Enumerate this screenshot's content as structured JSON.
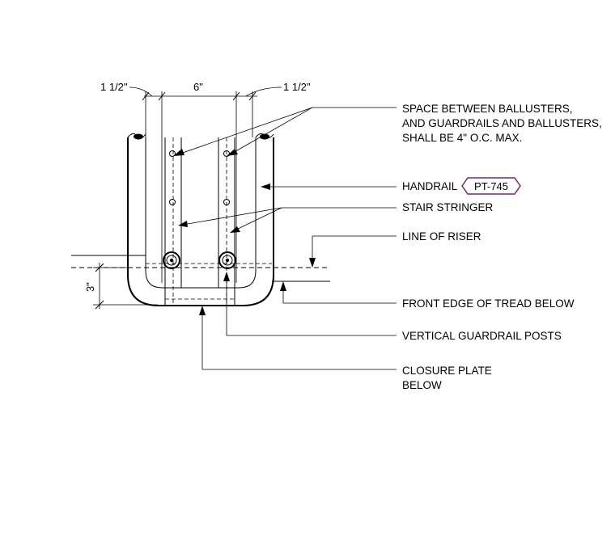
{
  "dimensions": {
    "left": "1 1/2\"",
    "center": "6\"",
    "right": "1 1/2\"",
    "vertical": "3\""
  },
  "labels": {
    "spacing_line1": "SPACE BETWEEN BALLUSTERS,",
    "spacing_line2": "AND GUARDRAILS AND BALLUSTERS,",
    "spacing_line3": "SHALL BE 4\" O.C. MAX.",
    "handrail": "HANDRAIL",
    "handrail_tag": "PT-745",
    "stair_stringer": "STAIR STRINGER",
    "line_of_riser": "LINE OF RISER",
    "front_edge": "FRONT EDGE OF TREAD BELOW",
    "guardrail_posts": "VERTICAL GUARDRAIL POSTS",
    "closure_line1": "CLOSURE PLATE",
    "closure_line2": "BELOW"
  },
  "colors": {
    "line": "#000000",
    "tag_border": "#6b2c6e"
  }
}
